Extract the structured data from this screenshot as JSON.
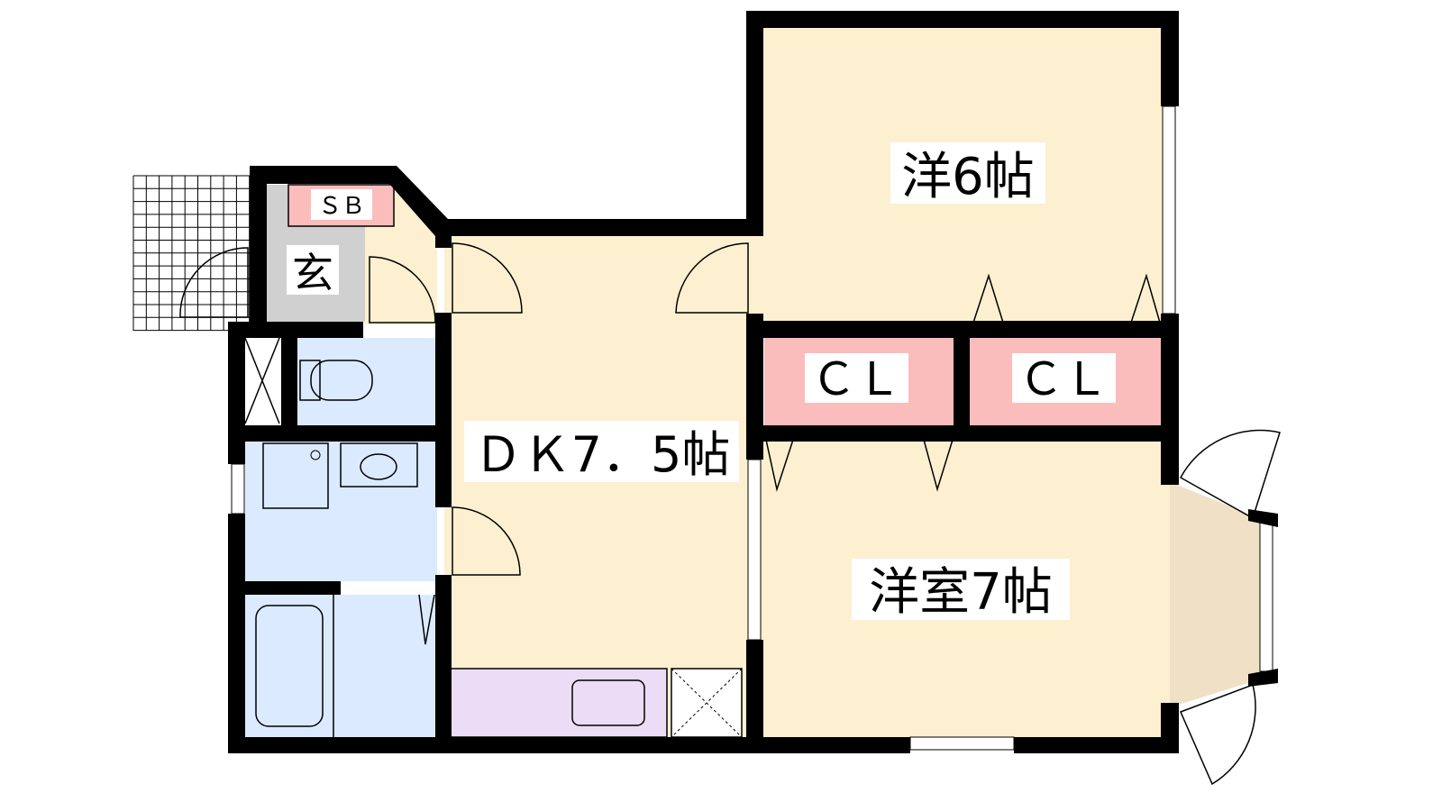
{
  "floorplan": {
    "rooms": {
      "western_6": "洋6帖",
      "closet_1": "ＣＬ",
      "closet_2": "ＣＬ",
      "dk": "ＤＫ7．5帖",
      "western_7": "洋室7帖",
      "entrance": "玄",
      "shoe_box": "ＳＢ"
    },
    "colors": {
      "room": "#fdf0d0",
      "closet": "#fbbcbc",
      "wet": "#dbeafe",
      "entrance": "#d0d0d0",
      "kitchen": "#ecdcf5",
      "bay": "#efe0c6"
    }
  }
}
